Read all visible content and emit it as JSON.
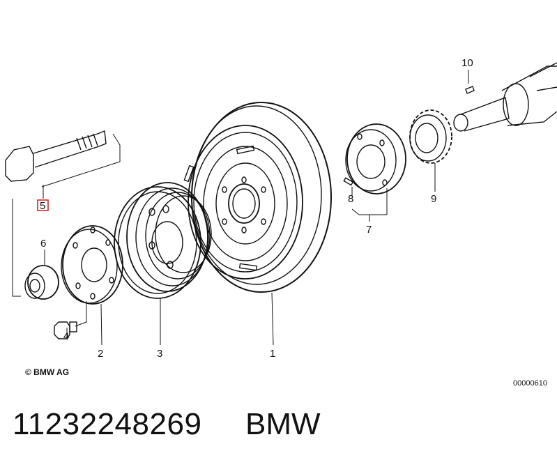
{
  "diagram": {
    "callouts": [
      "1",
      "2",
      "3",
      "4",
      "5",
      "6",
      "7",
      "8",
      "9",
      "10"
    ],
    "highlighted_callout": "5",
    "highlight_color": "#e02020",
    "copyright": "© BMW AG",
    "drawing_number": "00000610"
  },
  "footer": {
    "part_number": "11232248269",
    "brand": "BMW"
  }
}
